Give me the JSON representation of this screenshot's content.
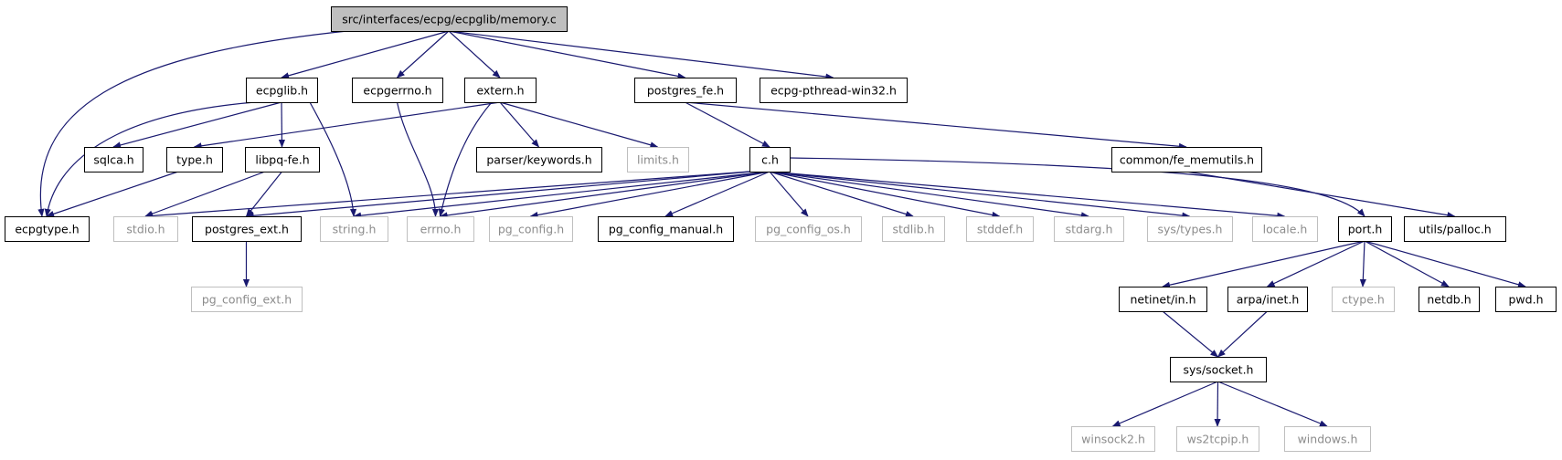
{
  "colors": {
    "edge": "#191970",
    "root_fill": "#bfbfbf",
    "node_stroke": "#000000",
    "missing_stroke": "#bfbfbf",
    "missing_text": "#8c8c8c",
    "text": "#000000"
  },
  "nodes": {
    "memory_c": {
      "label": "src/interfaces/ecpg/ecpglib/memory.c",
      "kind": "root"
    },
    "ecpglib_h": {
      "label": "ecpglib.h",
      "kind": "doc"
    },
    "ecpgerrno_h": {
      "label": "ecpgerrno.h",
      "kind": "doc"
    },
    "extern_h": {
      "label": "extern.h",
      "kind": "doc"
    },
    "postgres_fe_h": {
      "label": "postgres_fe.h",
      "kind": "doc"
    },
    "ecpg_pthread_h": {
      "label": "ecpg-pthread-win32.h",
      "kind": "doc"
    },
    "sqlca_h": {
      "label": "sqlca.h",
      "kind": "doc"
    },
    "type_h": {
      "label": "type.h",
      "kind": "doc"
    },
    "libpq_fe_h": {
      "label": "libpq-fe.h",
      "kind": "doc"
    },
    "parser_keywords_h": {
      "label": "parser/keywords.h",
      "kind": "doc"
    },
    "limits_h": {
      "label": "limits.h",
      "kind": "missing"
    },
    "c_h": {
      "label": "c.h",
      "kind": "doc"
    },
    "fe_memutils_h": {
      "label": "common/fe_memutils.h",
      "kind": "doc"
    },
    "ecpgtype_h": {
      "label": "ecpgtype.h",
      "kind": "doc"
    },
    "stdio_h": {
      "label": "stdio.h",
      "kind": "missing"
    },
    "postgres_ext_h": {
      "label": "postgres_ext.h",
      "kind": "doc"
    },
    "string_h": {
      "label": "string.h",
      "kind": "missing"
    },
    "errno_h": {
      "label": "errno.h",
      "kind": "missing"
    },
    "pg_config_h": {
      "label": "pg_config.h",
      "kind": "missing"
    },
    "pg_config_manual_h": {
      "label": "pg_config_manual.h",
      "kind": "doc"
    },
    "pg_config_os_h": {
      "label": "pg_config_os.h",
      "kind": "missing"
    },
    "stdlib_h": {
      "label": "stdlib.h",
      "kind": "missing"
    },
    "stddef_h": {
      "label": "stddef.h",
      "kind": "missing"
    },
    "stdarg_h": {
      "label": "stdarg.h",
      "kind": "missing"
    },
    "sys_types_h": {
      "label": "sys/types.h",
      "kind": "missing"
    },
    "locale_h": {
      "label": "locale.h",
      "kind": "missing"
    },
    "port_h": {
      "label": "port.h",
      "kind": "doc"
    },
    "utils_palloc_h": {
      "label": "utils/palloc.h",
      "kind": "doc"
    },
    "pg_config_ext_h": {
      "label": "pg_config_ext.h",
      "kind": "missing"
    },
    "netinet_in_h": {
      "label": "netinet/in.h",
      "kind": "doc"
    },
    "arpa_inet_h": {
      "label": "arpa/inet.h",
      "kind": "doc"
    },
    "ctype_h": {
      "label": "ctype.h",
      "kind": "missing"
    },
    "netdb_h": {
      "label": "netdb.h",
      "kind": "doc"
    },
    "pwd_h": {
      "label": "pwd.h",
      "kind": "doc"
    },
    "sys_socket_h": {
      "label": "sys/socket.h",
      "kind": "doc"
    },
    "winsock2_h": {
      "label": "winsock2.h",
      "kind": "missing"
    },
    "ws2tcpip_h": {
      "label": "ws2tcpip.h",
      "kind": "missing"
    },
    "windows_h": {
      "label": "windows.h",
      "kind": "missing"
    }
  },
  "edges": [
    [
      "memory_c",
      "ecpglib_h"
    ],
    [
      "memory_c",
      "ecpgerrno_h"
    ],
    [
      "memory_c",
      "extern_h"
    ],
    [
      "memory_c",
      "postgres_fe_h"
    ],
    [
      "memory_c",
      "ecpg_pthread_h"
    ],
    [
      "memory_c",
      "ecpgtype_h"
    ],
    [
      "ecpglib_h",
      "ecpgtype_h"
    ],
    [
      "ecpglib_h",
      "sqlca_h"
    ],
    [
      "ecpglib_h",
      "libpq_fe_h"
    ],
    [
      "ecpglib_h",
      "string_h"
    ],
    [
      "ecpgerrno_h",
      "errno_h"
    ],
    [
      "extern_h",
      "type_h"
    ],
    [
      "extern_h",
      "parser_keywords_h"
    ],
    [
      "extern_h",
      "limits_h"
    ],
    [
      "extern_h",
      "errno_h"
    ],
    [
      "postgres_fe_h",
      "c_h"
    ],
    [
      "postgres_fe_h",
      "fe_memutils_h"
    ],
    [
      "type_h",
      "ecpgtype_h"
    ],
    [
      "libpq_fe_h",
      "stdio_h"
    ],
    [
      "libpq_fe_h",
      "postgres_ext_h"
    ],
    [
      "c_h",
      "stdio_h"
    ],
    [
      "c_h",
      "postgres_ext_h"
    ],
    [
      "c_h",
      "string_h"
    ],
    [
      "c_h",
      "errno_h"
    ],
    [
      "c_h",
      "pg_config_h"
    ],
    [
      "c_h",
      "pg_config_manual_h"
    ],
    [
      "c_h",
      "pg_config_os_h"
    ],
    [
      "c_h",
      "stdlib_h"
    ],
    [
      "c_h",
      "stddef_h"
    ],
    [
      "c_h",
      "stdarg_h"
    ],
    [
      "c_h",
      "sys_types_h"
    ],
    [
      "c_h",
      "locale_h"
    ],
    [
      "c_h",
      "port_h"
    ],
    [
      "fe_memutils_h",
      "utils_palloc_h"
    ],
    [
      "postgres_ext_h",
      "pg_config_ext_h"
    ],
    [
      "port_h",
      "netinet_in_h"
    ],
    [
      "port_h",
      "arpa_inet_h"
    ],
    [
      "port_h",
      "ctype_h"
    ],
    [
      "port_h",
      "netdb_h"
    ],
    [
      "port_h",
      "pwd_h"
    ],
    [
      "netinet_in_h",
      "sys_socket_h"
    ],
    [
      "arpa_inet_h",
      "sys_socket_h"
    ],
    [
      "sys_socket_h",
      "winsock2_h"
    ],
    [
      "sys_socket_h",
      "ws2tcpip_h"
    ],
    [
      "sys_socket_h",
      "windows_h"
    ]
  ]
}
